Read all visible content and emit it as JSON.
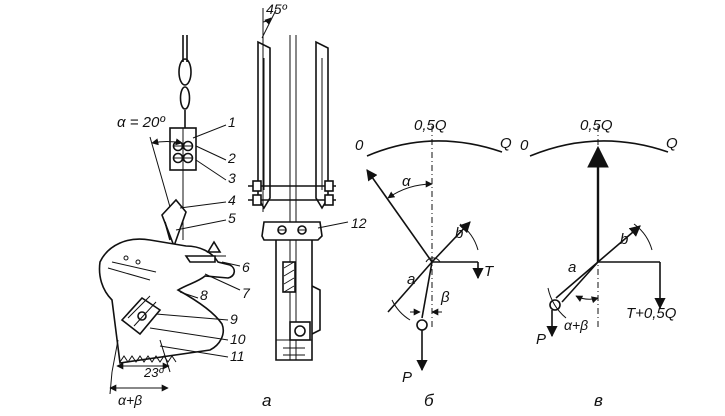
{
  "labels": {
    "alpha_eq": "α = 20º",
    "n1": "1",
    "n2": "2",
    "n3": "3",
    "n4": "4",
    "n5": "5",
    "n6": "6",
    "n7": "7",
    "n8": "8",
    "n9": "9",
    "n10": "10",
    "n11": "11",
    "n12": "12",
    "angle23": "23º",
    "alpha_plus_beta": "α+β",
    "angle45": "45º",
    "fig_a": "а",
    "fig_b": "б",
    "fig_v": "в"
  },
  "diagram_b": {
    "zero": "0",
    "half": "0,5Q",
    "full": "Q",
    "alpha": "α",
    "a": "a",
    "b": "b",
    "T": "T",
    "beta": "β",
    "P": "P"
  },
  "diagram_v": {
    "zero": "0",
    "half": "0,5Q",
    "full": "Q",
    "a": "a",
    "b": "b",
    "T": "T+0,5Q",
    "ab": "α+β",
    "P": "P"
  }
}
